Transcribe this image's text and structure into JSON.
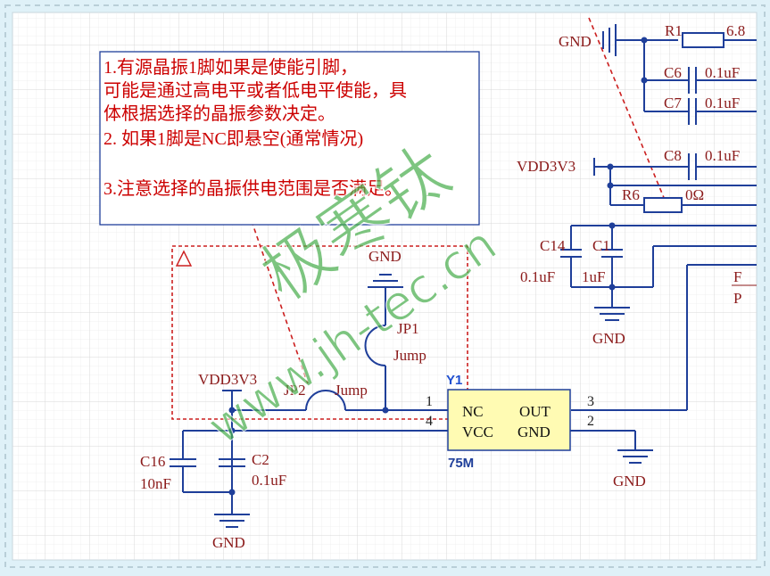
{
  "note": {
    "lines": [
      "1.有源晶振1脚如果是使能引脚，",
      "可能是通过高电平或者低电平使能，具",
      "体根据选择的晶振参数决定。",
      "2. 如果1脚是NC即悬空(通常情况)",
      "",
      "3.注意选择的晶振供电范围是否满足。"
    ]
  },
  "watermark": {
    "cn": "极寒钛",
    "url": "www.jh-tec.cn"
  },
  "labels": {
    "gnd_top": "GND",
    "r1": "R1",
    "r1_val": "6.8",
    "c6": "C6",
    "c6_val": "0.1uF",
    "c7": "C7",
    "c7_val": "0.1uF",
    "vdd_top": "VDD3V3",
    "c8": "C8",
    "c8_val": "0.1uF",
    "r6": "R6",
    "r6_val": "0Ω",
    "c14": "C14",
    "c14_val": "0.1uF",
    "c1": "C1",
    "c1_val": "1uF",
    "gnd_c14": "GND",
    "side_f": "F",
    "side_p": "P",
    "gnd_jp1": "GND",
    "jp1": "JP1",
    "jp1_val": "Jump",
    "vdd_left": "VDD3V3",
    "jp2": "JP2",
    "jp2_val": "Jump",
    "pin1": "1",
    "pin4": "4",
    "pin3": "3",
    "pin2": "2",
    "y1": "Y1",
    "y1_val": "75M",
    "nc": "NC",
    "vcc": "VCC",
    "out": "OUT",
    "gnd_pin": "GND",
    "gnd_y1": "GND",
    "c16": "C16",
    "c16_val": "10nF",
    "c2": "C2",
    "c2_val": "0.1uF",
    "gnd_bottom": "GND"
  },
  "colors": {
    "wire": "#1f3f9a",
    "note_text": "#cc0000",
    "label": "#8b1a1a",
    "chip_fill": "#fffbb3",
    "designator": "#1f4fd0",
    "watermark": "#4caf50"
  }
}
